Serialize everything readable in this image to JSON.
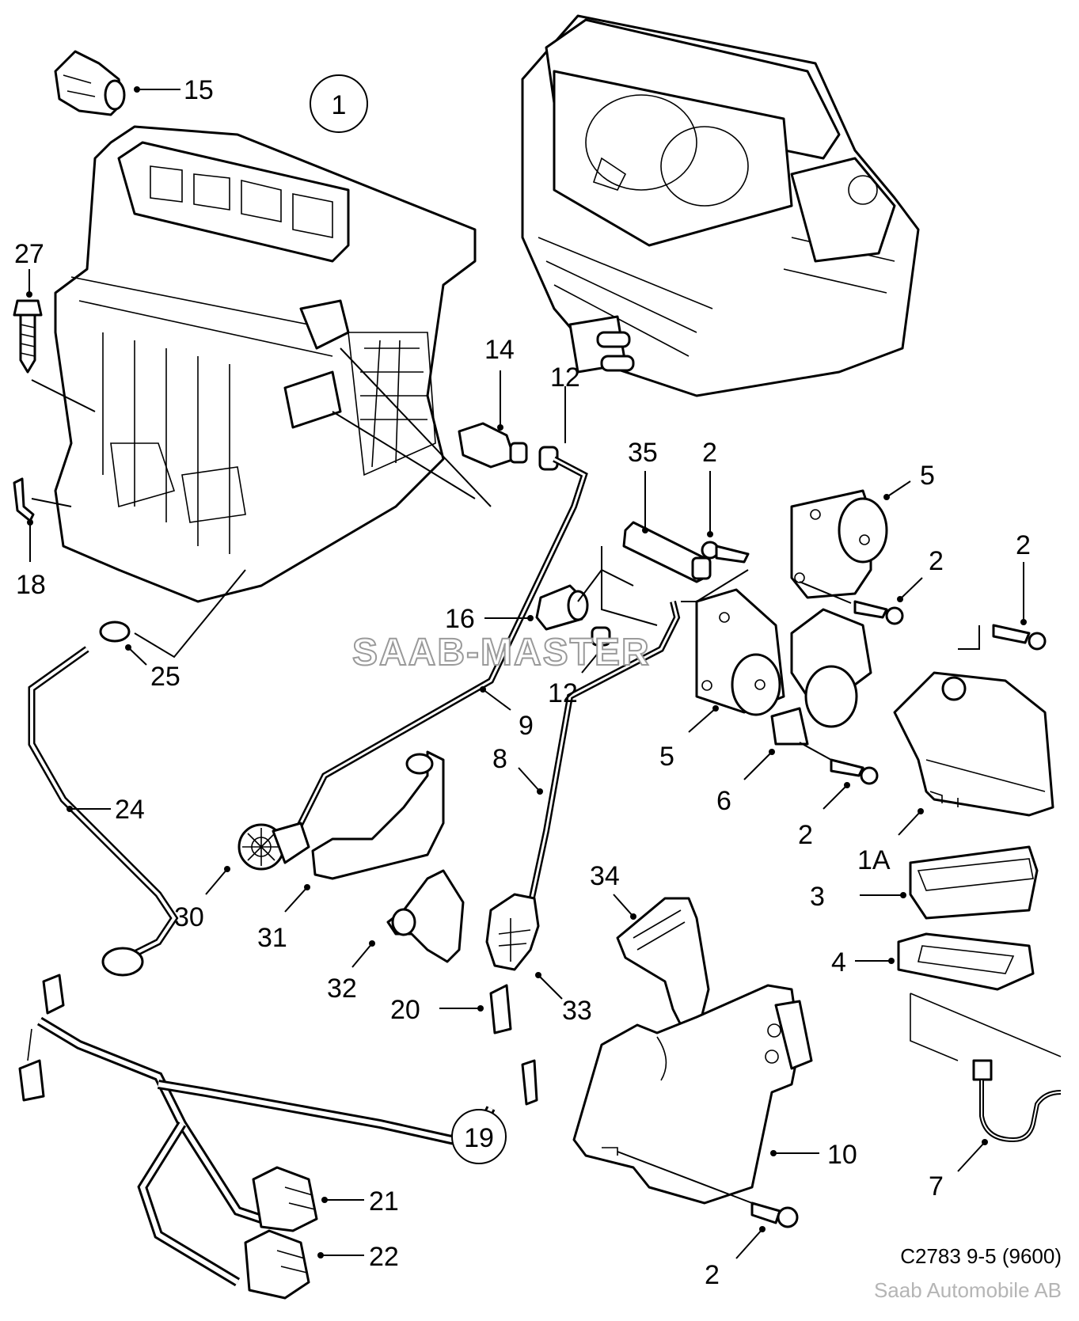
{
  "diagram": {
    "title_code": "C2783 9-5 (9600)",
    "manufacturer": "Saab Automobile AB",
    "watermark": "SAAB-MASTER",
    "circled_labels": [
      {
        "id": "group-1",
        "text": "1"
      },
      {
        "id": "group-19",
        "text": "19"
      }
    ],
    "callouts": [
      {
        "id": "c15",
        "text": "15",
        "part": "plug"
      },
      {
        "id": "c27",
        "text": "27",
        "part": "screw"
      },
      {
        "id": "c18",
        "text": "18",
        "part": "clip"
      },
      {
        "id": "c25",
        "text": "25",
        "part": "hose-clamp"
      },
      {
        "id": "c14",
        "text": "14",
        "part": "sensor"
      },
      {
        "id": "c12a",
        "text": "12",
        "part": "grommet"
      },
      {
        "id": "c35",
        "text": "35",
        "part": "connector-sleeve"
      },
      {
        "id": "c2a",
        "text": "2",
        "part": "screw"
      },
      {
        "id": "c5a",
        "text": "5",
        "part": "actuator-motor"
      },
      {
        "id": "c2b",
        "text": "2",
        "part": "screw"
      },
      {
        "id": "c2c",
        "text": "2",
        "part": "screw"
      },
      {
        "id": "c16",
        "text": "16",
        "part": "bracket"
      },
      {
        "id": "c12b",
        "text": "12",
        "part": "grommet"
      },
      {
        "id": "c9",
        "text": "9",
        "part": "link-rod"
      },
      {
        "id": "c5b",
        "text": "5",
        "part": "actuator-motor"
      },
      {
        "id": "c6",
        "text": "6",
        "part": "actuator-motor-bracket"
      },
      {
        "id": "c2d",
        "text": "2",
        "part": "screw"
      },
      {
        "id": "c1a",
        "text": "1A",
        "part": "housing-cover"
      },
      {
        "id": "c8",
        "text": "8",
        "part": "link-rod"
      },
      {
        "id": "c24",
        "text": "24",
        "part": "drain-hose"
      },
      {
        "id": "c30",
        "text": "30",
        "part": "gear"
      },
      {
        "id": "c31",
        "text": "31",
        "part": "lever"
      },
      {
        "id": "c32",
        "text": "32",
        "part": "lever"
      },
      {
        "id": "c33",
        "text": "33",
        "part": "lever"
      },
      {
        "id": "c34",
        "text": "34",
        "part": "lever"
      },
      {
        "id": "c3",
        "text": "3",
        "part": "filter-frame"
      },
      {
        "id": "c4",
        "text": "4",
        "part": "seal"
      },
      {
        "id": "c20",
        "text": "20",
        "part": "connector"
      },
      {
        "id": "c10",
        "text": "10",
        "part": "cover"
      },
      {
        "id": "c21",
        "text": "21",
        "part": "connector"
      },
      {
        "id": "c22",
        "text": "22",
        "part": "connector"
      },
      {
        "id": "c7",
        "text": "7",
        "part": "sensor-cable"
      },
      {
        "id": "c2e",
        "text": "2",
        "part": "screw"
      }
    ]
  }
}
